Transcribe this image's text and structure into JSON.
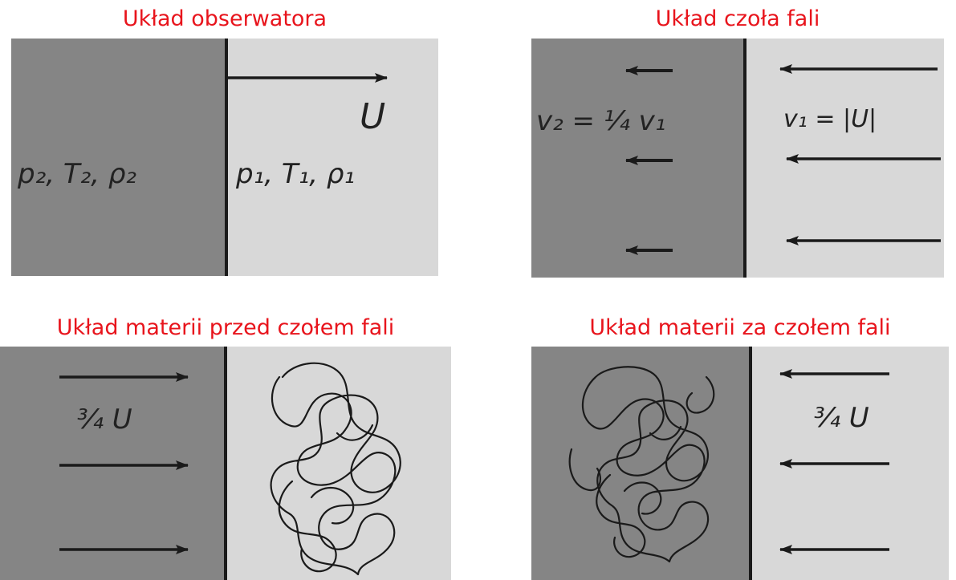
{
  "panels": [
    {
      "title": "Układ obserwatora",
      "label_left": "p₂, T₂, ρ₂",
      "label_right": "p₁, T₁, ρ₁",
      "label_arrow": "U"
    },
    {
      "title": "Układ czoła fali",
      "label_left": "v₂ = ¼ v₁",
      "label_right": "v₁ = |U|"
    },
    {
      "title": "Układ materii przed czołem fali",
      "label_left": "¾ U"
    },
    {
      "title": "Układ materii za czołem fali",
      "label_right": "¾ U"
    }
  ],
  "colors": {
    "title": "#e8141c",
    "dark_region": "#858585",
    "light_region": "#d8d8d8",
    "ink": "#1a1a1a"
  }
}
